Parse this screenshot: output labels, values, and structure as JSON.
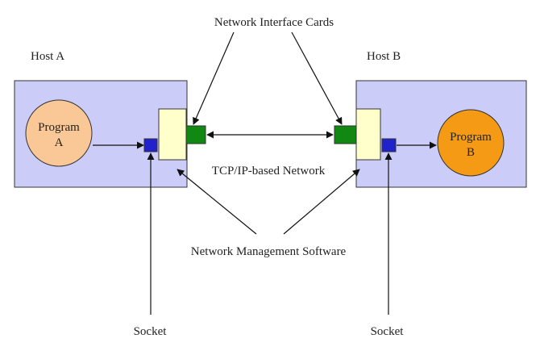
{
  "labels": {
    "nic_title": "Network Interface Cards",
    "host_a": "Host A",
    "host_b": "Host B",
    "network": "TCP/IP-based Network",
    "nms": "Network Management Software",
    "socket_left": "Socket",
    "socket_right": "Socket"
  },
  "programs": {
    "a": {
      "line1": "Program",
      "line2": "A"
    },
    "b": {
      "line1": "Program",
      "line2": "B"
    }
  },
  "colors": {
    "host_fill": "#ccccf8",
    "program_a_fill": "#f9c896",
    "program_b_fill": "#f59a14",
    "nms_fill": "#ffffcc",
    "nic_fill": "#118811",
    "socket_fill": "#2222cc",
    "stroke": "#333333"
  }
}
